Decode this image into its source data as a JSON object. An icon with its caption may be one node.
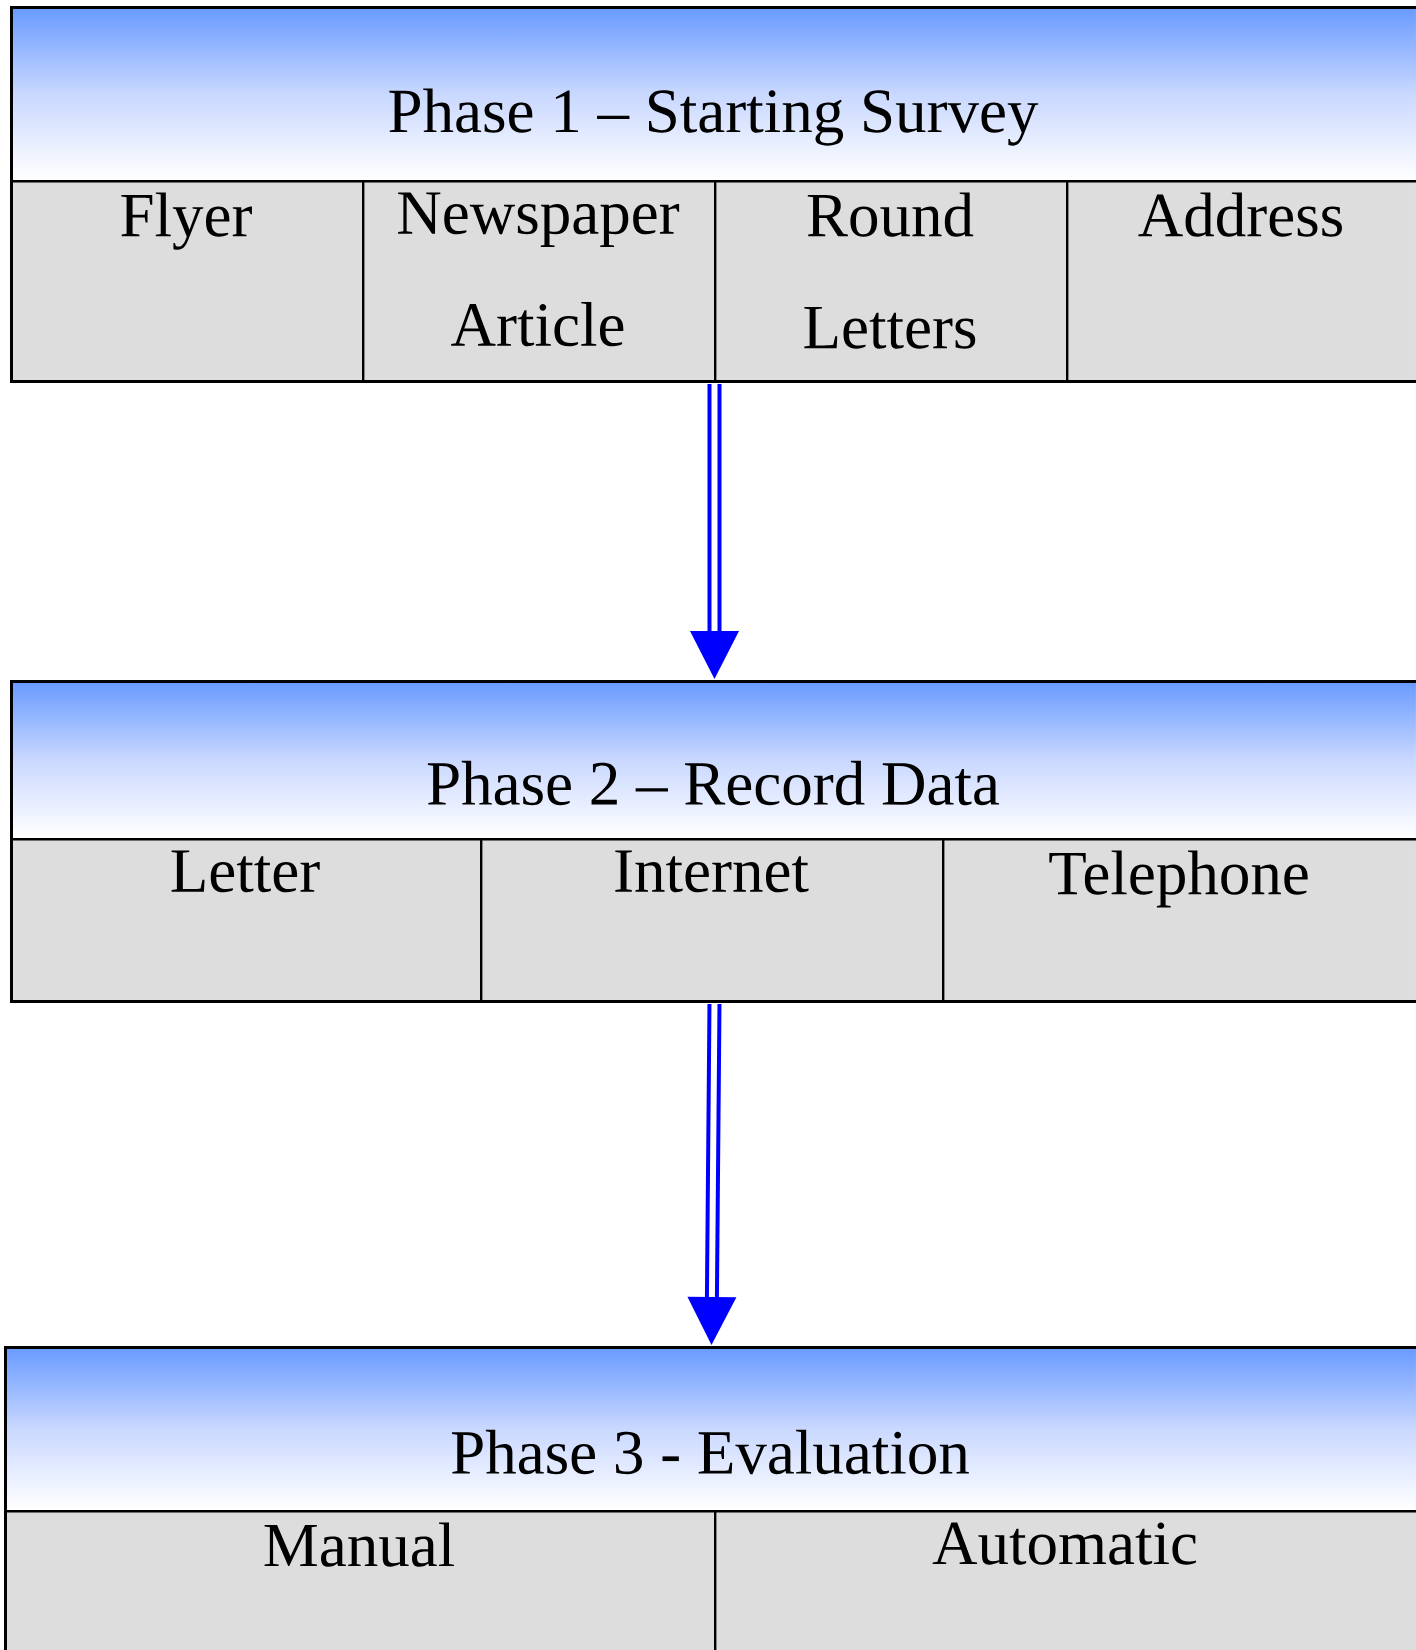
{
  "diagram": {
    "nodes": [
      {
        "text": [
          "Phase 1 – Starting Survey"
        ]
      },
      {
        "text": [
          "Flyer"
        ],
        "in": 0
      },
      {
        "text": [
          "Newspaper Article"
        ],
        "in": 0
      },
      {
        "text": [
          "Round Letters"
        ],
        "in": 0
      },
      {
        "text": [
          "Address"
        ],
        "in": 0
      },
      {
        "text": [
          "Phase 2 – Record Data"
        ]
      },
      {
        "text": [
          "Letter"
        ],
        "in": 5
      },
      {
        "text": [
          "Internet"
        ],
        "in": 5
      },
      {
        "text": [
          "Telephone"
        ],
        "in": 5
      },
      {
        "text": [
          "Phase 3 - Evaluation"
        ]
      },
      {
        "text": [
          "Manual"
        ],
        "in": 9
      },
      {
        "text": [
          "Automatic"
        ],
        "in": 9
      }
    ],
    "edges": [
      {
        "from": 0,
        "to": 5,
        "arrow": "to"
      },
      {
        "from": 5,
        "to": 9,
        "arrow": "to"
      }
    ]
  }
}
